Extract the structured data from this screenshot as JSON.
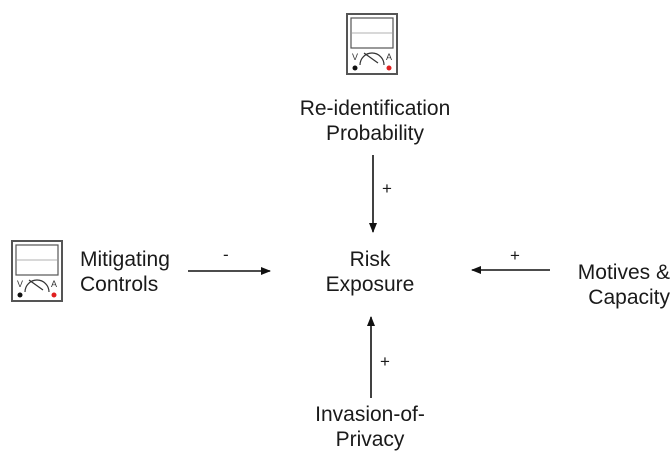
{
  "nodes": {
    "center": {
      "line1": "Risk",
      "line2": "Exposure"
    },
    "top": {
      "line1": "Re-identification",
      "line2": "Probability"
    },
    "left": {
      "line1": "Mitigating",
      "line2": "Controls"
    },
    "right": {
      "line1": "Motives &",
      "line2": "Capacity"
    },
    "bottom": {
      "line1": "Invasion-of-",
      "line2": "Privacy"
    }
  },
  "signs": {
    "top": "+",
    "left": "-",
    "right": "+",
    "bottom": "+"
  },
  "meter": {
    "volt_label": "V",
    "amp_label": "A",
    "icon": "voltmeter-icon",
    "colors": {
      "frame": "#555555",
      "screen": "#ffffff",
      "black_terminal": "#111111",
      "red_terminal": "#e02020"
    }
  },
  "colors": {
    "arrow": "#111111",
    "text": "#1a1a1a"
  }
}
